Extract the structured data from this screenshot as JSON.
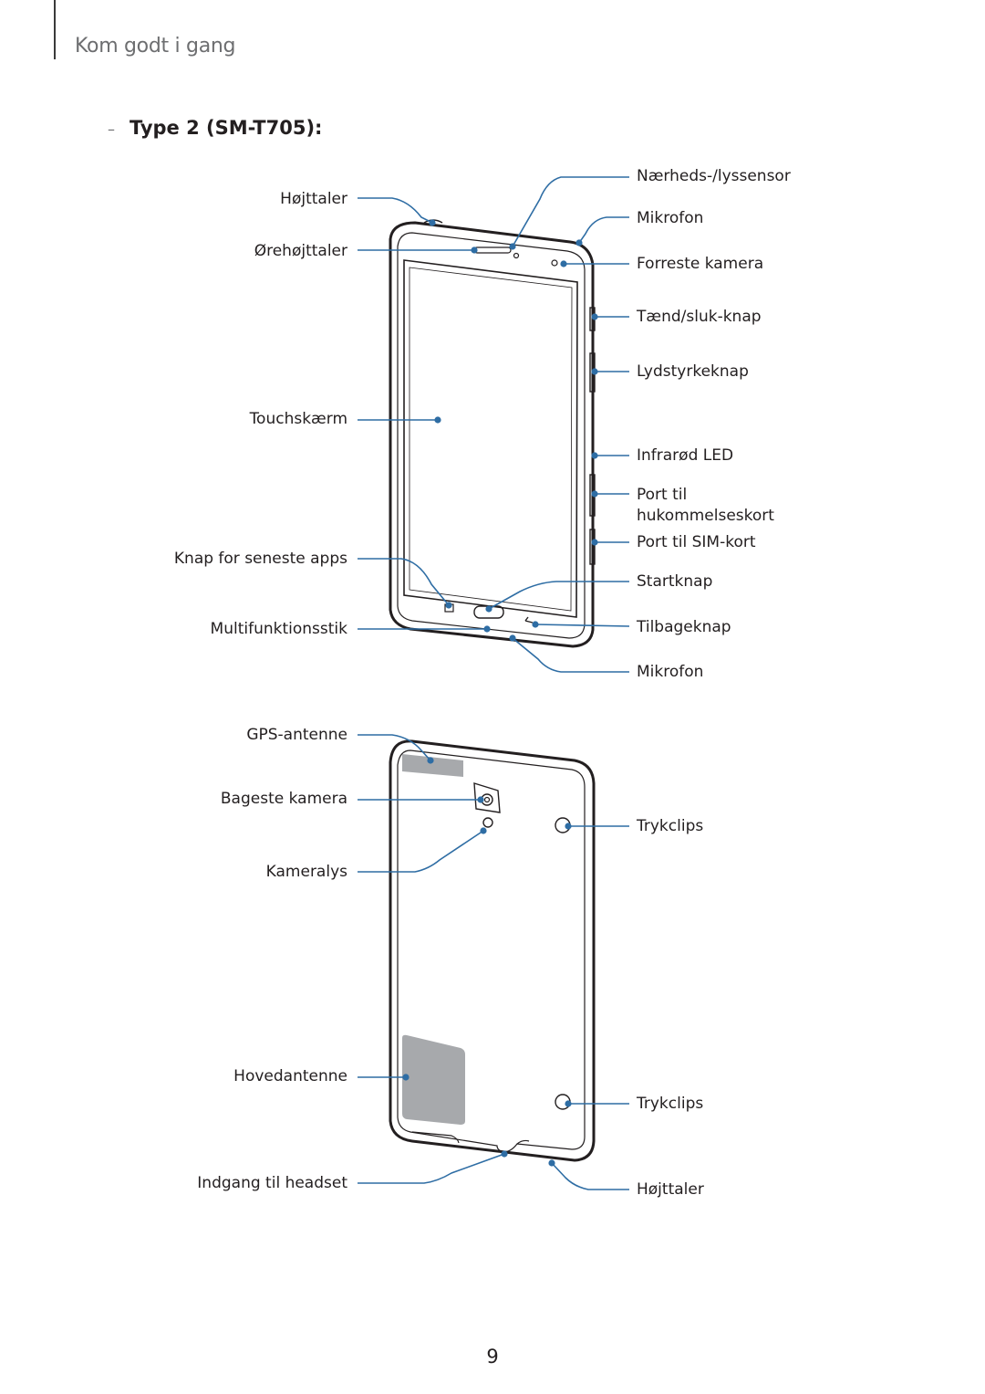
{
  "header": {
    "section": "Kom godt i gang"
  },
  "subheading": {
    "bullet": "–",
    "title": "Type 2 (SM-T705):"
  },
  "front_labels": {
    "left": [
      "Højttaler",
      "Ørehøjttaler",
      "Touchskærm",
      "Knap for seneste apps",
      "Multifunktionsstik"
    ],
    "right": [
      "Nærheds-/lyssensor",
      "Mikrofon",
      "Forreste kamera",
      "Tænd/sluk-knap",
      "Lydstyrkeknap",
      "Infrarød LED",
      "Port til\nhukommelseskort",
      "Port til SIM-kort",
      "Startknap",
      "Tilbageknap",
      "Mikrofon"
    ]
  },
  "back_labels": {
    "left": [
      "GPS-antenne",
      "Bageste kamera",
      "Kameralys",
      "Hovedantenne",
      "Indgang til headset"
    ],
    "right": [
      "Trykclips",
      "Trykclips",
      "Højttaler"
    ]
  },
  "colors": {
    "leader": "#2e6da4",
    "device": "#231f20",
    "antenna": "#a7a9ac"
  },
  "footer": {
    "page_number": "9"
  }
}
